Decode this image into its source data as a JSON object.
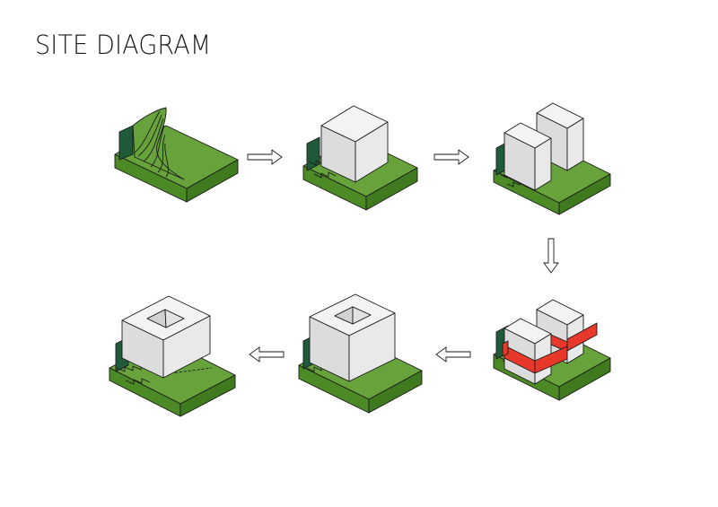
{
  "title": "SITE DIAGRAM",
  "colors": {
    "grass": "#67a33a",
    "grass_side": "#4c8a26",
    "dark_green": "#1f5b3a",
    "mass": "#f3f3f3",
    "red_band": "#e8382a",
    "line": "#1a1a1a"
  },
  "steps": [
    {
      "id": 1,
      "icon": "sloped-terrain-icon"
    },
    {
      "id": 2,
      "icon": "single-block-mass-icon"
    },
    {
      "id": 3,
      "icon": "split-twin-blocks-icon"
    },
    {
      "id": 4,
      "icon": "twin-blocks-red-bands-icon"
    },
    {
      "id": 5,
      "icon": "courtyard-block-icon"
    },
    {
      "id": 6,
      "icon": "lifted-courtyard-block-icon"
    }
  ],
  "arrows": [
    "right",
    "right",
    "down",
    "left",
    "left"
  ]
}
